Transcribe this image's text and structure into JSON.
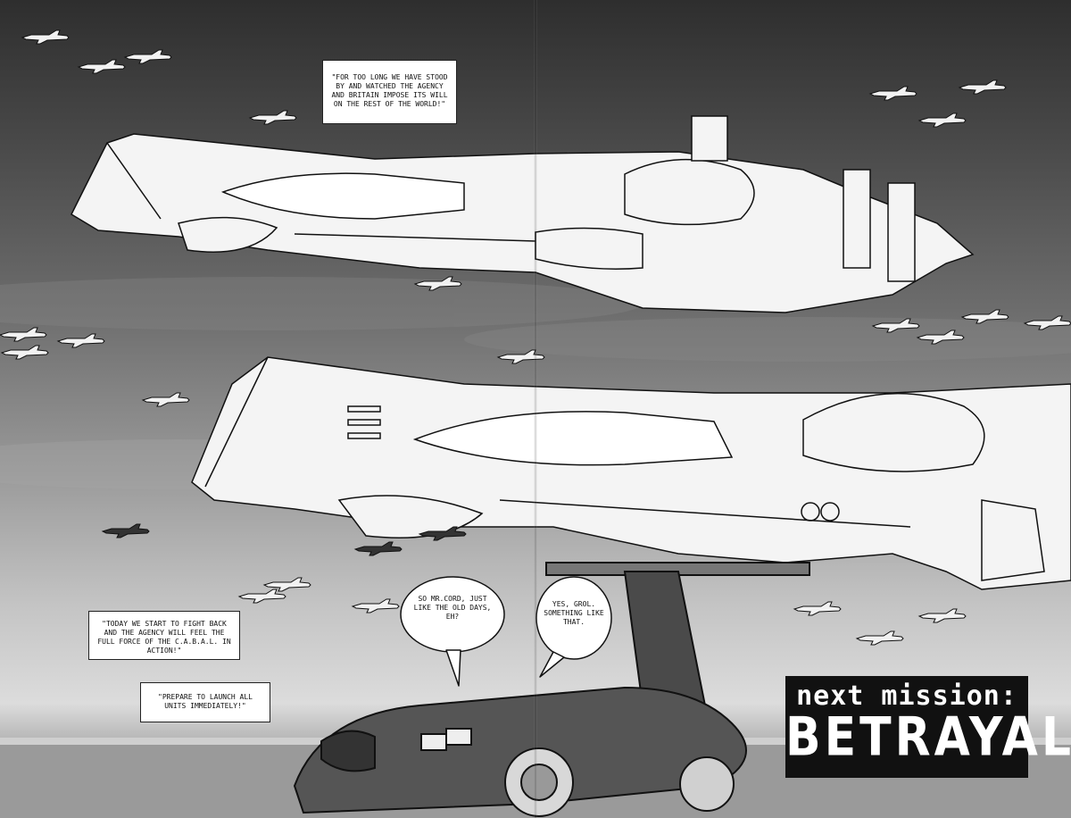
{
  "captions": {
    "top": "\"For too long we have stood by and watched the Agency and Britain impose its will on the rest of the world!\"",
    "mid": "\"Today we start to fight back and the Agency will feel the full force of the C.A.B.A.L. in action!\"",
    "bottom": "\"Prepare to launch all units immediately!\""
  },
  "balloons": {
    "left": "So Mr.Cord, just like the old days, eh?",
    "right": "Yes, Grol. Something like that."
  },
  "banner": {
    "line1": "next mission:",
    "line2": "BETRAYAL!"
  },
  "colors": {
    "ink": "#111111",
    "paper": "#ffffff"
  }
}
